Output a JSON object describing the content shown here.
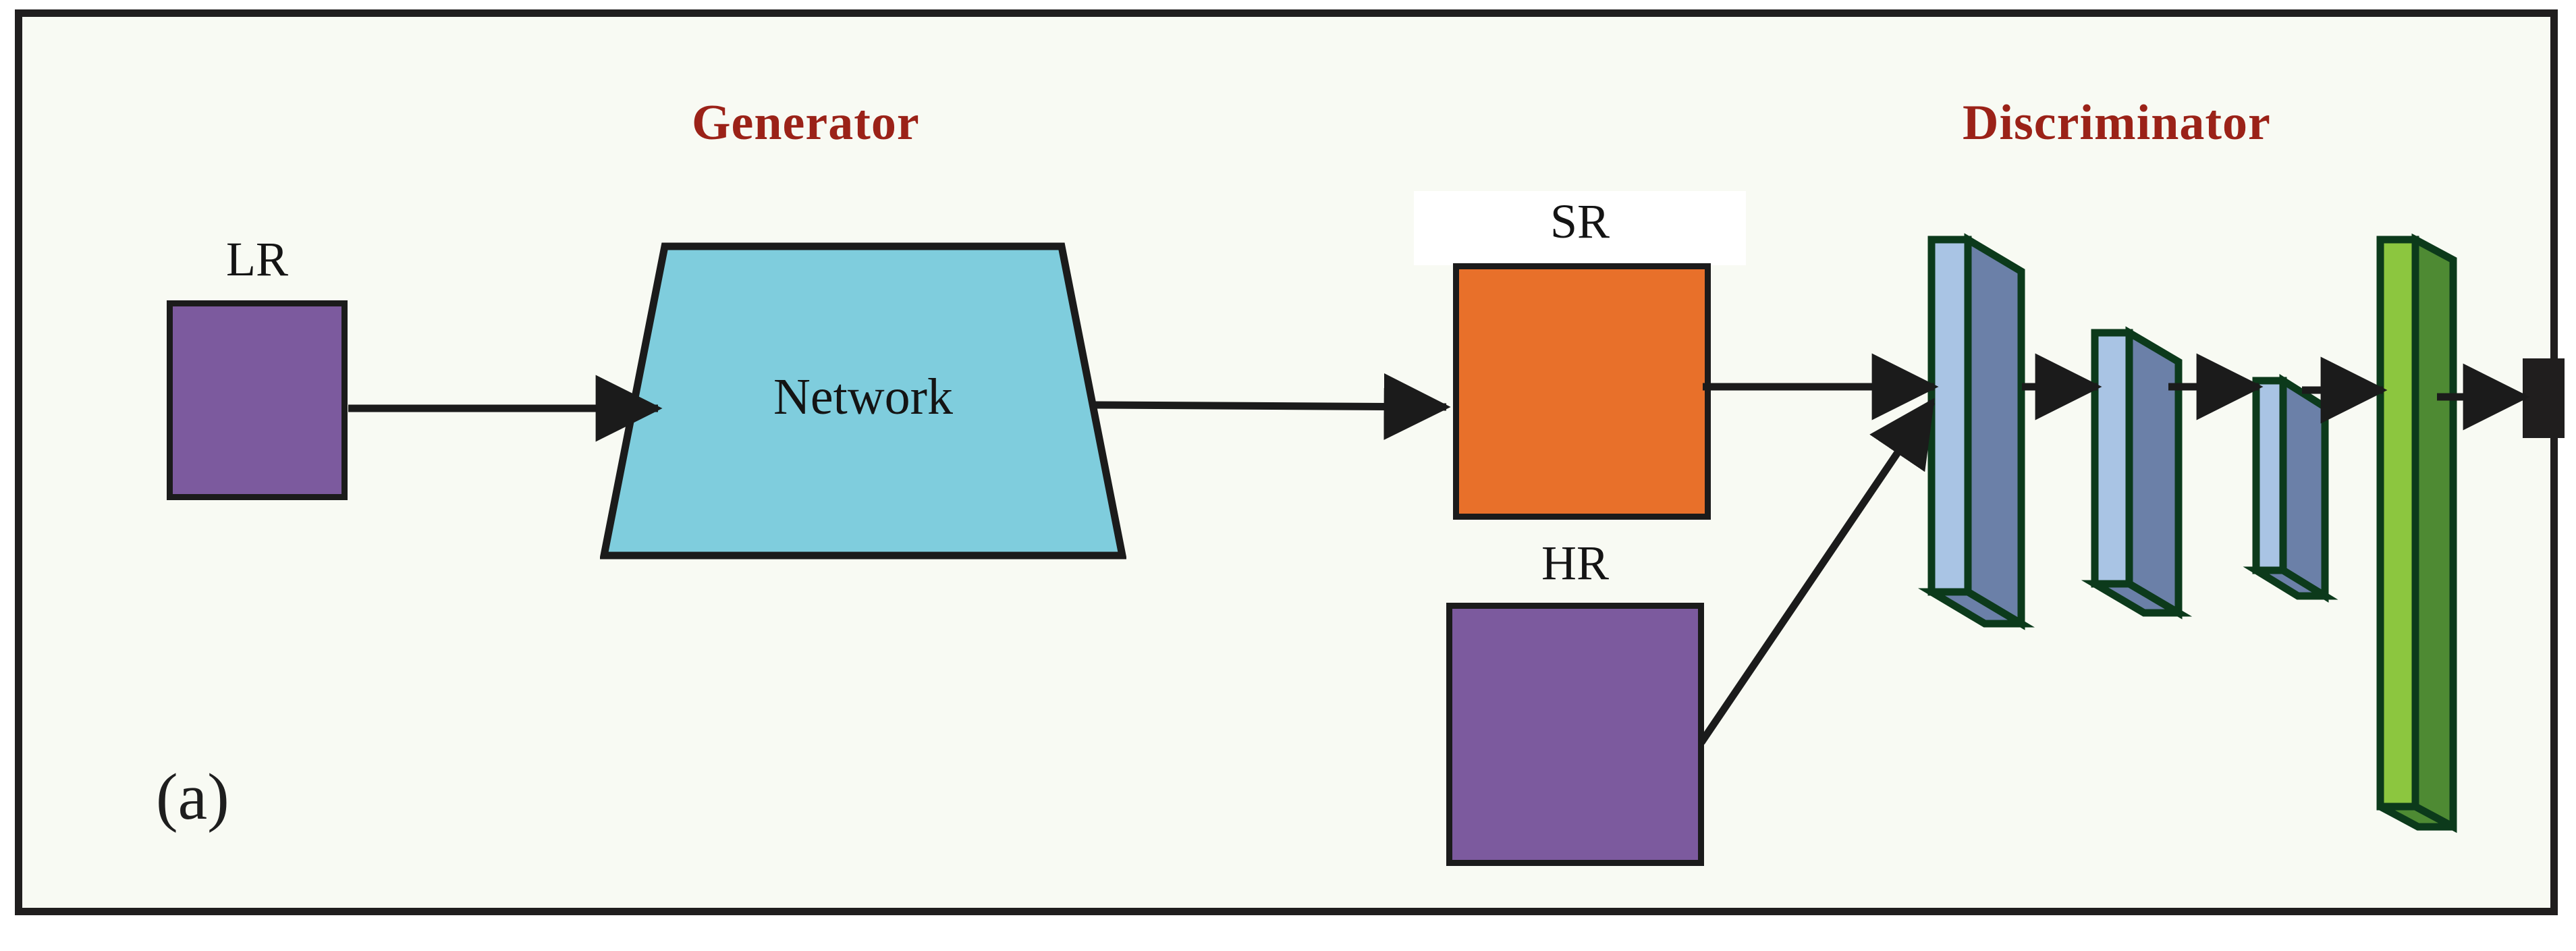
{
  "figure": {
    "panel_letter": "(a)",
    "background_color": "#F8FAF3",
    "frame_color": "#201E1E",
    "title_color": "#9B2218"
  },
  "sections": {
    "generator": {
      "title": "Generator"
    },
    "discriminator": {
      "title": "Discriminator"
    }
  },
  "generator": {
    "input": {
      "label": "LR",
      "color": "#7C5A9E",
      "name": "low-resolution-input"
    },
    "network": {
      "label": "Network",
      "color": "#7FCDDD",
      "shape": "trapezoid"
    },
    "output": {
      "label": "SR",
      "color": "#E8702A",
      "name": "super-resolution-output"
    }
  },
  "reference": {
    "label": "HR",
    "color": "#7C5A9E",
    "name": "high-resolution-ground-truth"
  },
  "discriminator": {
    "layer_front_color": "#A9C4E4",
    "layer_side_color": "#6B80A8",
    "layer_outline_color": "#0C3A1B",
    "final_layer_front_color": "#8CC63F",
    "final_layer_side_color": "#4E8A33",
    "output_color": "#201E1E",
    "layers": [
      {
        "name": "conv-block-1",
        "kind": "conv",
        "height_rank": 1
      },
      {
        "name": "conv-block-2",
        "kind": "conv",
        "height_rank": 2
      },
      {
        "name": "conv-block-3",
        "kind": "conv",
        "height_rank": 3
      },
      {
        "name": "dense-block",
        "kind": "dense",
        "height_rank": 0
      },
      {
        "name": "decision-output",
        "kind": "output",
        "height_rank": 4
      }
    ]
  },
  "edges": [
    {
      "from": "LR",
      "to": "Network",
      "style": "arrow"
    },
    {
      "from": "Network",
      "to": "SR",
      "style": "arrow"
    },
    {
      "from": "SR",
      "to": "conv-block-1",
      "style": "arrow"
    },
    {
      "from": "HR",
      "to": "conv-block-1",
      "style": "diagonal-arrow"
    },
    {
      "from": "conv-block-1",
      "to": "conv-block-2",
      "style": "arrow"
    },
    {
      "from": "conv-block-2",
      "to": "conv-block-3",
      "style": "arrow"
    },
    {
      "from": "conv-block-3",
      "to": "dense-block",
      "style": "arrow"
    },
    {
      "from": "dense-block",
      "to": "decision-output",
      "style": "arrow"
    }
  ]
}
